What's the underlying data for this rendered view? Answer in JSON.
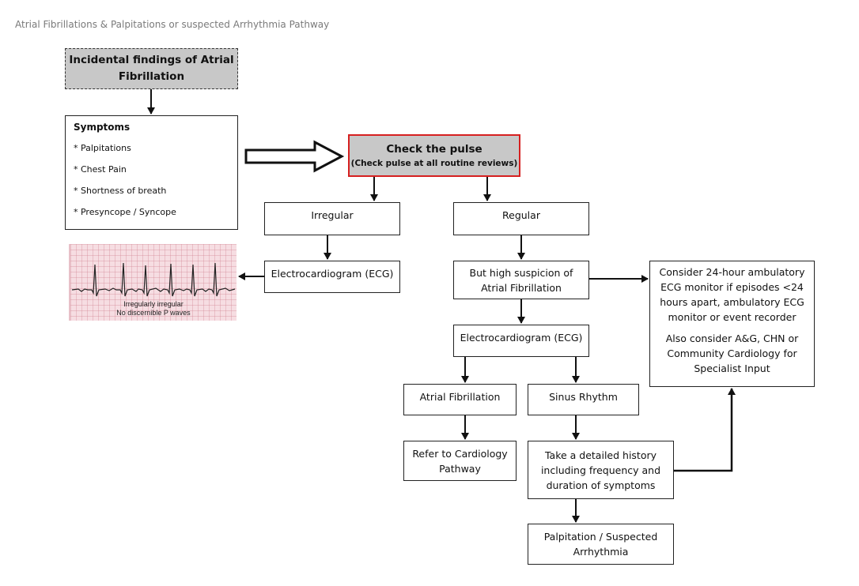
{
  "page_title": "Atrial Fibrillations & Palpitations or suspected Arrhythmia Pathway",
  "incidental": {
    "lines": [
      "Incidental findings of Atrial",
      "Fibrillation"
    ]
  },
  "symptoms": {
    "heading": "Symptoms",
    "items": [
      "*  Palpitations",
      "*  Chest Pain",
      "*  Shortness of breath",
      "*  Presyncope / Syncope"
    ]
  },
  "check_pulse": {
    "title": "Check the pulse",
    "subtitle": "(Check pulse at all routine reviews)"
  },
  "irregular": "Irregular",
  "regular": "Regular",
  "ecg_left": "Electrocardiogram (ECG)",
  "ecg_strip": {
    "caption_lines": [
      "Irregularly irregular",
      "No discernible P waves"
    ]
  },
  "high_suspicion": {
    "lines": [
      "But high suspicion of",
      "Atrial Fibrillation"
    ]
  },
  "ecg_center": "Electrocardiogram (ECG)",
  "ambulatory": {
    "lines": [
      "Consider 24-hour ambulatory",
      "ECG monitor if episodes <24",
      "hours apart, ambulatory ECG",
      "monitor or event recorder"
    ],
    "lines2": [
      "Also consider A&G, CHN or",
      "Community Cardiology for",
      "Specialist Input"
    ]
  },
  "atrial_fibrillation": "Atrial Fibrillation",
  "sinus_rhythm": "Sinus Rhythm",
  "refer": {
    "lines": [
      "Refer to Cardiology",
      "Pathway"
    ]
  },
  "history": {
    "lines": [
      "Take a detailed history",
      "including frequency and",
      "duration of symptoms"
    ]
  },
  "palpitation": {
    "lines": [
      "Palpitation / Suspected",
      "Arrhythmia"
    ]
  },
  "colors": {
    "highlight_border": "#d62020",
    "box_fill_grey": "#c8c8c8",
    "title_text": "#7a7a7a"
  }
}
